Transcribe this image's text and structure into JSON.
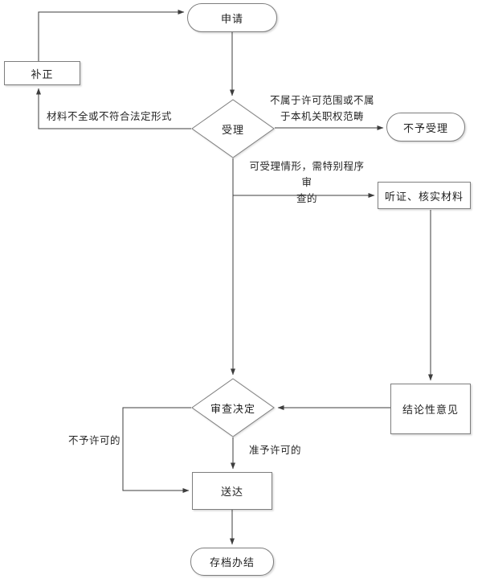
{
  "diagram": {
    "type": "flowchart",
    "language": "zh-CN"
  },
  "nodes": {
    "apply": {
      "label": "申请",
      "shape": "terminator"
    },
    "correction": {
      "label": "补正",
      "shape": "process"
    },
    "accept": {
      "label": "受理",
      "shape": "decision"
    },
    "reject": {
      "label": "不予受理",
      "shape": "terminator"
    },
    "hearing": {
      "label": "听证、核实材料",
      "shape": "process"
    },
    "conclusion": {
      "label": "结论性意见",
      "shape": "process"
    },
    "decision": {
      "label": "审查决定",
      "shape": "decision"
    },
    "delivery": {
      "label": "送达",
      "shape": "process"
    },
    "archive": {
      "label": "存档办结",
      "shape": "terminator"
    }
  },
  "edge_labels": {
    "incomplete": "材料不全或不符合法定形式",
    "out_of_scope": "不属于许可范围或不属\n于本机关职权范畴",
    "special_procedure": "可受理情形，需特别程序审\n查的",
    "not_permitted": "不予许可的",
    "permitted": "准予许可的"
  },
  "edges": [
    {
      "from": "apply",
      "to": "accept"
    },
    {
      "from": "accept",
      "to": "correction",
      "label": "材料不全或不符合法定形式"
    },
    {
      "from": "correction",
      "to": "apply"
    },
    {
      "from": "accept",
      "to": "reject",
      "label": "不属于许可范围或不属于本机关职权范畴"
    },
    {
      "from": "accept",
      "to": "hearing",
      "label": "可受理情形，需特别程序审查的"
    },
    {
      "from": "accept",
      "to": "decision"
    },
    {
      "from": "hearing",
      "to": "conclusion"
    },
    {
      "from": "conclusion",
      "to": "decision"
    },
    {
      "from": "decision",
      "to": "delivery",
      "label": "不予许可的"
    },
    {
      "from": "decision",
      "to": "delivery",
      "label": "准予许可的"
    },
    {
      "from": "delivery",
      "to": "archive"
    }
  ],
  "colors": {
    "line": "#3d3d3d",
    "shape_border": "#7e7e7e",
    "shape_fill": "#ffffff",
    "text": "#1f1f1f"
  }
}
